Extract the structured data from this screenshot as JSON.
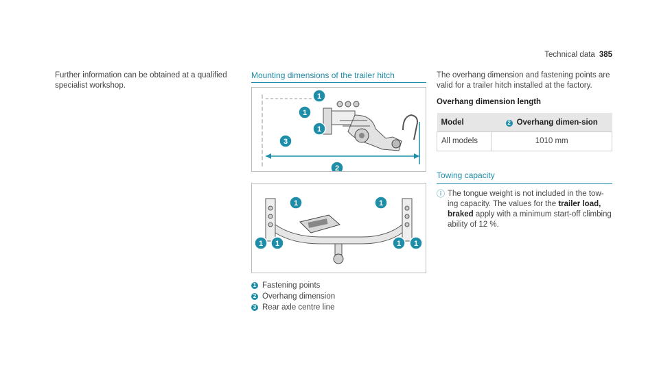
{
  "header": {
    "section": "Technical data",
    "page": "385"
  },
  "intro_text": "Further information can be obtained at a qualified specialist workshop.",
  "mounting": {
    "heading": "Mounting dimensions of the trailer hitch",
    "legend": [
      {
        "num": "1",
        "label": "Fastening points"
      },
      {
        "num": "2",
        "label": "Overhang dimension"
      },
      {
        "num": "3",
        "label": "Rear axle centre line"
      }
    ],
    "figure_callouts": [
      "1",
      "1",
      "1",
      "3",
      "2",
      "1",
      "1",
      "1",
      "1",
      "1",
      "1"
    ]
  },
  "overhang": {
    "intro": "The overhang dimension and fastening points are valid for a trailer hitch installed at the factory.",
    "heading": "Overhang dimension length",
    "table": {
      "col1_header": "Model",
      "col2_num": "2",
      "col2_header": "Overhang dimen-sion",
      "rows": [
        {
          "model": "All models",
          "value": "1010 mm"
        }
      ]
    }
  },
  "towing": {
    "heading": "Towing capacity",
    "note_icon": "info-icon",
    "note_pre": "The tongue weight is not included in the tow-ing capacity. The values for the",
    "note_bold": "trailer load, braked",
    "note_post": "apply with a minimum start-off climbing ability of 12 %."
  },
  "colors": {
    "accent": "#1e8da8",
    "text": "#444444",
    "table_header": "#e6e6e6"
  }
}
